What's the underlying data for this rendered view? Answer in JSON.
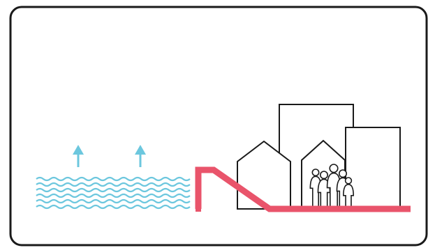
{
  "diagram": {
    "theme": "sea-level-rise-flood-barrier",
    "colors": {
      "frame": "#1a1a1a",
      "water": "#6cc7de",
      "barrier": "#e9546b",
      "building_outline": "#1a1a1a",
      "background": "#ffffff"
    },
    "elements": {
      "water": {
        "wave_lines": 6,
        "rise_arrows": 2
      },
      "barrier": {
        "type": "sloped-wall"
      },
      "buildings": {
        "houses": 2,
        "towers": 2
      },
      "people": {
        "count": 5
      }
    }
  }
}
